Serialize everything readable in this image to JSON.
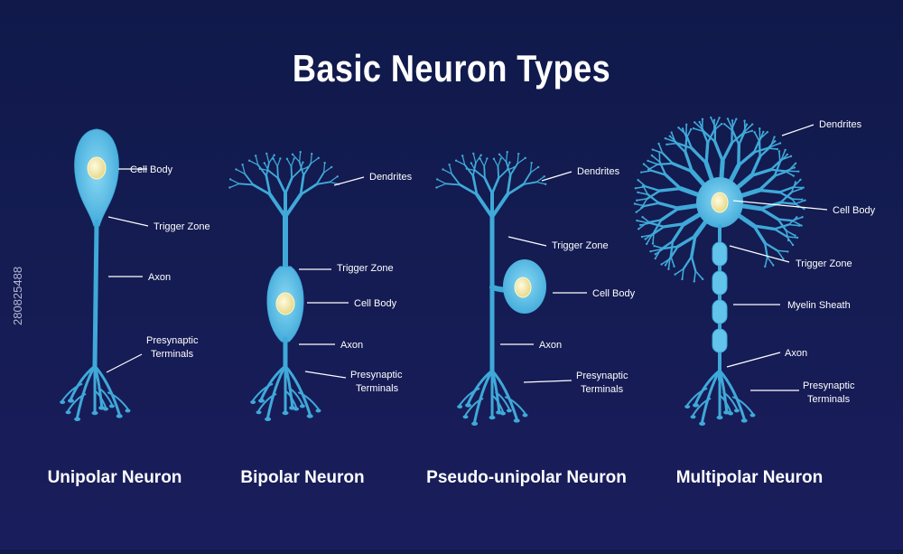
{
  "title": "Basic Neuron Types",
  "stock_id": "280825488",
  "colors": {
    "bg_top": "#10194a",
    "bg_bottom": "#1a1d5c",
    "neuron": "#3fa9d9",
    "neuron_light": "#62c4ea",
    "nucleus": "#f3eaa6",
    "label": "#ffffff"
  },
  "neurons": [
    {
      "name": "Unipolar Neuron",
      "labels": [
        "Cell Body",
        "Trigger Zone",
        "Axon",
        "Presynaptic Terminals"
      ]
    },
    {
      "name": "Bipolar Neuron",
      "labels": [
        "Dendrites",
        "Trigger Zone",
        "Cell Body",
        "Axon",
        "Presynaptic Terminals"
      ]
    },
    {
      "name": "Pseudo-unipolar Neuron",
      "labels": [
        "Dendrites",
        "Trigger Zone",
        "Cell Body",
        "Axon",
        "Presynaptic Terminals"
      ]
    },
    {
      "name": "Multipolar Neuron",
      "labels": [
        "Dendrites",
        "Cell Body",
        "Trigger Zone",
        "Myelin Sheath",
        "Axon",
        "Presynaptic Terminals"
      ]
    }
  ]
}
